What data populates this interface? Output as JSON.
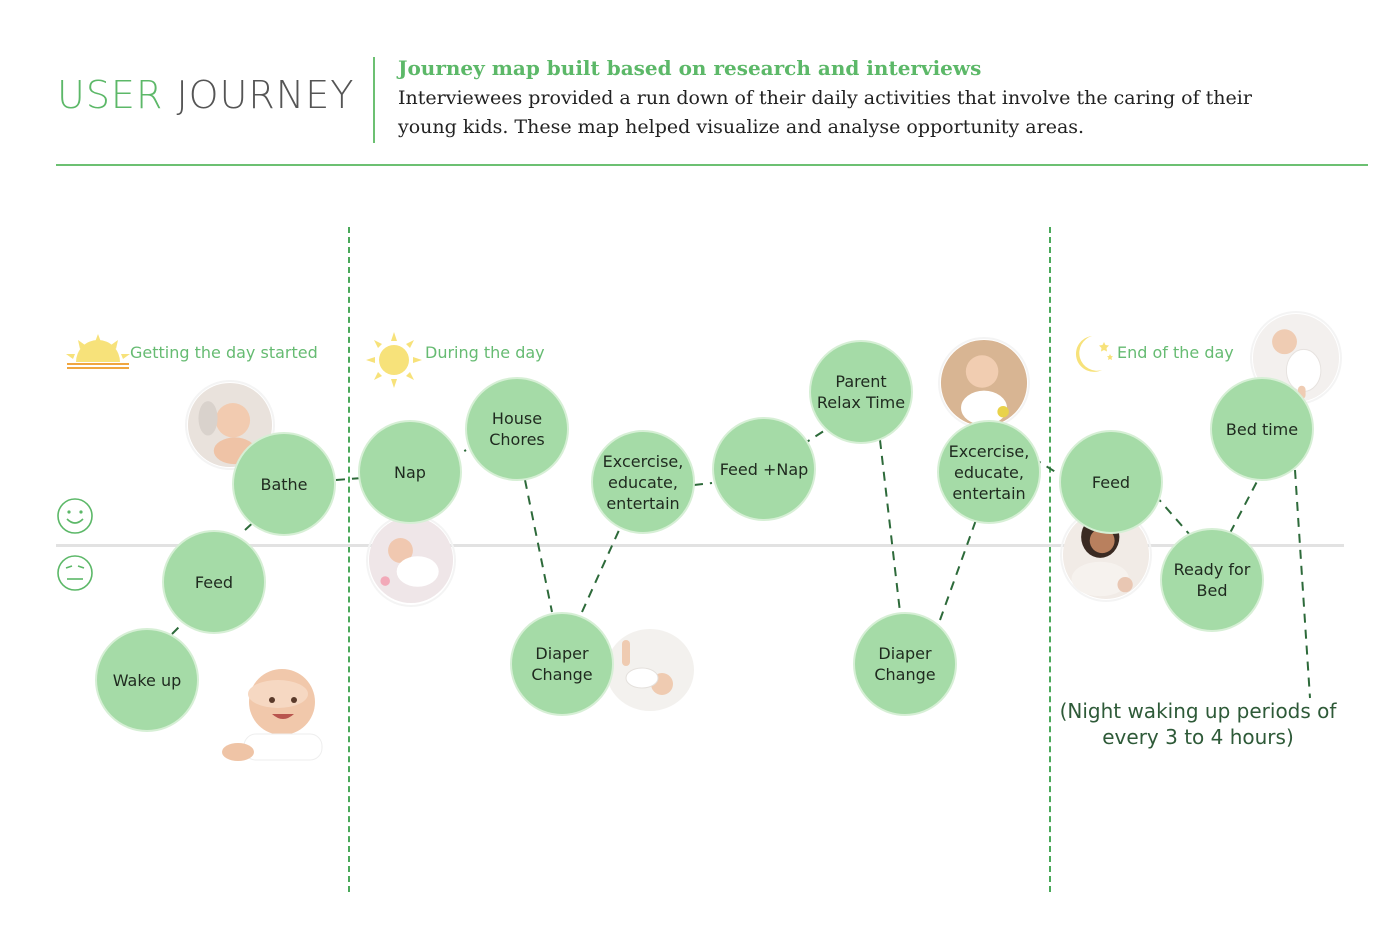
{
  "header": {
    "title_part1": "USER",
    "title_part2": "JOURNEY",
    "subtitle": "Journey map built based on research and interviews",
    "description": "Interviewees provided a run down of their daily activities that involve the caring of their young kids. These map helped visualize and analyse opportunity areas."
  },
  "sections": [
    {
      "label": "Getting the day started",
      "icon": "sunrise-icon"
    },
    {
      "label": "During the day",
      "icon": "sun-icon"
    },
    {
      "label": "End of the day",
      "icon": "moon-icon"
    }
  ],
  "mood_icons": [
    "happy-face-icon",
    "neutral-face-icon"
  ],
  "nodes": [
    {
      "label": "Wake up"
    },
    {
      "label": "Feed"
    },
    {
      "label": "Bathe"
    },
    {
      "label": "Nap"
    },
    {
      "label": "House Chores"
    },
    {
      "label": "Diaper Change"
    },
    {
      "label": "Excercise, educate, entertain"
    },
    {
      "label": "Feed +Nap"
    },
    {
      "label": "Parent Relax Time"
    },
    {
      "label": "Diaper Change"
    },
    {
      "label": "Excercise, educate, entertain"
    },
    {
      "label": "Feed"
    },
    {
      "label": "Ready for Bed"
    },
    {
      "label": "Bed time"
    }
  ],
  "note": "(Night waking up periods of every 3 to 4 hours)",
  "colors": {
    "accent_green": "#5cb868",
    "node_fill": "#a5dba7",
    "dash_line": "#2d6a3a",
    "sun_yellow": "#f7e27a",
    "sunrise_orange": "#f0a640"
  }
}
